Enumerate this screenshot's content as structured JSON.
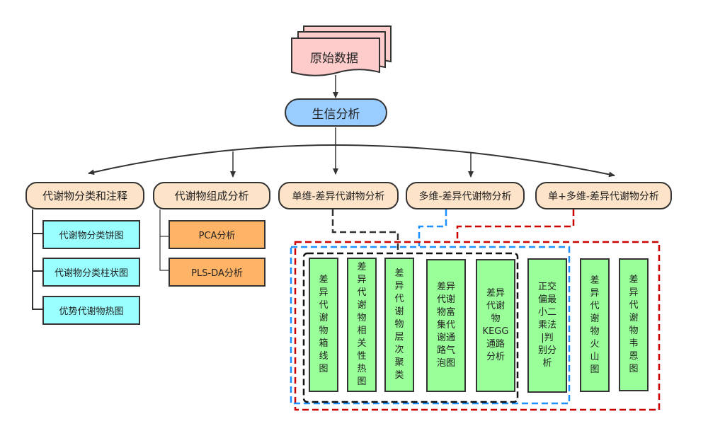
{
  "source": {
    "label": "原始数据",
    "fill": "#ffcccc"
  },
  "pipeline": {
    "label": "生信分析",
    "fill": "#99ccff"
  },
  "categories": [
    {
      "id": "annotation",
      "label": "代谢物分类和注释"
    },
    {
      "id": "composition",
      "label": "代谢物组成分析"
    },
    {
      "id": "univariate",
      "label": "单维-差异代谢物分析",
      "link_color": "#333333"
    },
    {
      "id": "multivariate",
      "label": "多维-差异代谢物分析",
      "link_color": "#1e90ff"
    },
    {
      "id": "combined",
      "label": "单+多维-差异代谢物分析",
      "link_color": "#cc0000"
    }
  ],
  "annotation_items": [
    {
      "label": "代谢物分类饼图"
    },
    {
      "label": "代谢物分类柱状图"
    },
    {
      "label": "优势代谢物热图"
    }
  ],
  "composition_items": [
    {
      "label": "PCA分析"
    },
    {
      "label": "PLS-DA分析"
    }
  ],
  "result_items": [
    {
      "label": "差异代谢物箱线图",
      "cols": 1
    },
    {
      "label": "差异代谢物相关性热图",
      "cols": 1
    },
    {
      "label": "差异代谢物层次聚类",
      "cols": 1
    },
    {
      "label": "差异代谢物富集代谢通路气泡图",
      "cols": 2
    },
    {
      "label": "差异代谢物KEGG通路分析",
      "cols": 2
    },
    {
      "label": "正交偏最小二乘法|判别分析",
      "cols": 2
    },
    {
      "label": "差异代谢物火山图",
      "cols": 1
    },
    {
      "label": "差异代谢物韦恩图",
      "cols": 1
    }
  ],
  "colors": {
    "category_fill": "#fde3c8",
    "annotation_fill": "#99ffff",
    "composition_fill": "#ffb366",
    "result_fill": "#99ff99",
    "univariate_group": "#111111",
    "multivariate_group": "#1e90ff",
    "combined_group": "#cc0000"
  }
}
